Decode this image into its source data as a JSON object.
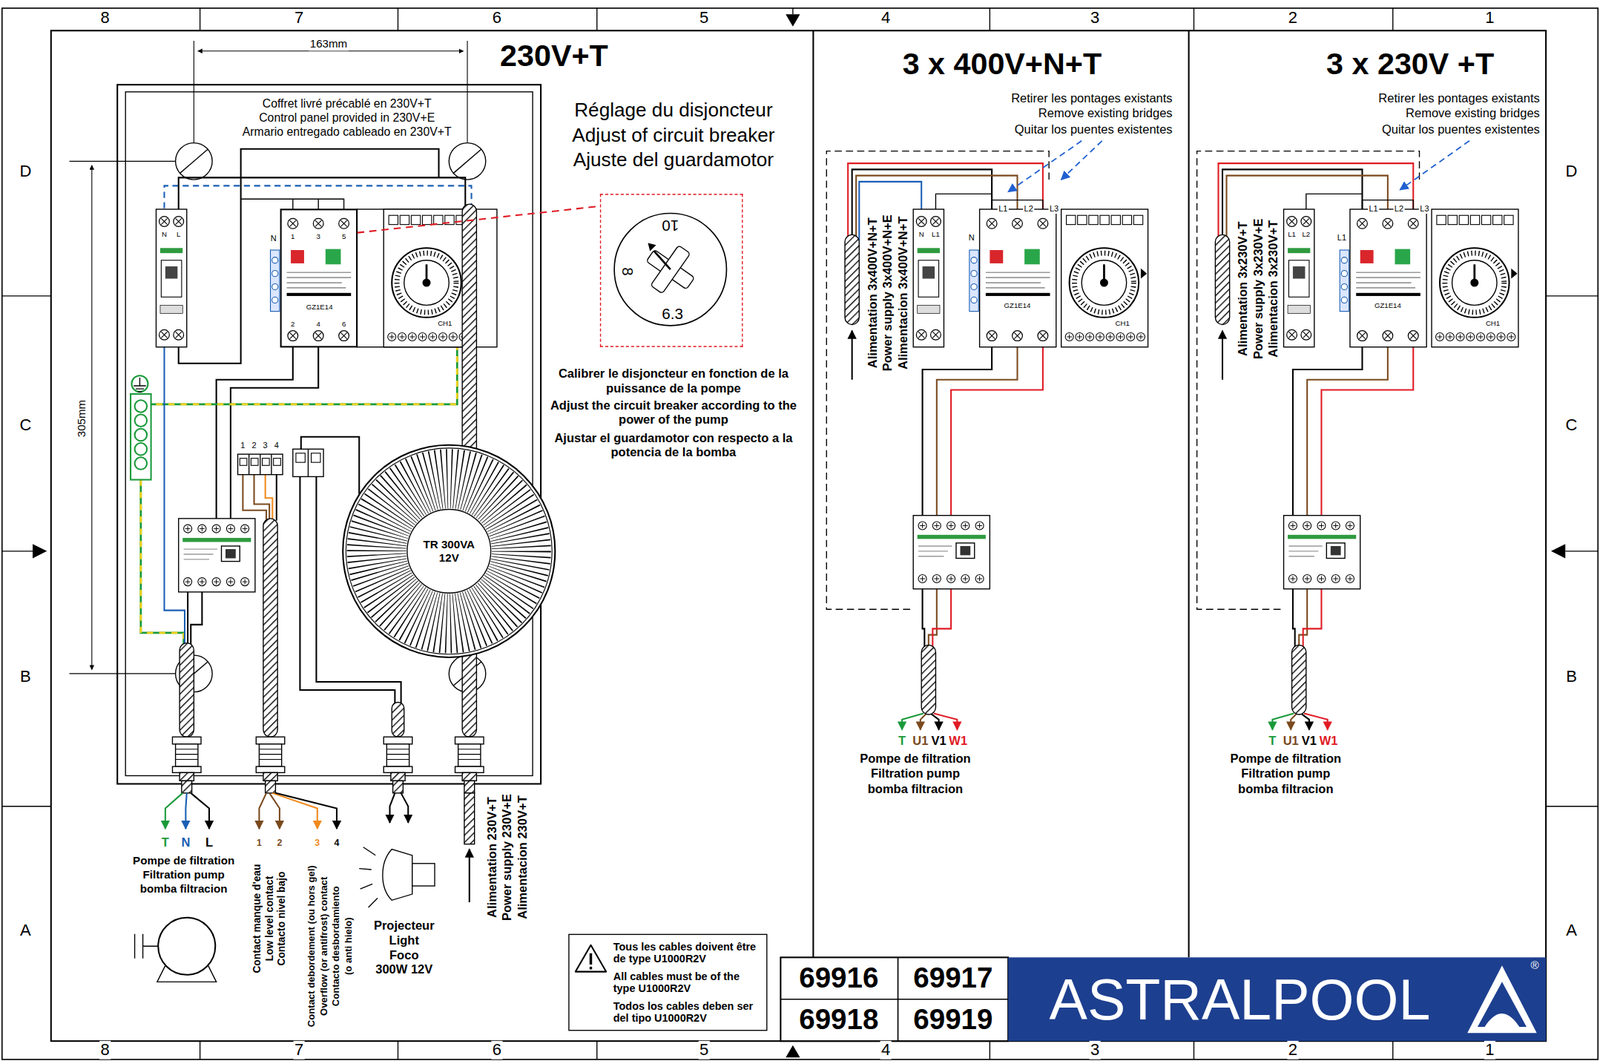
{
  "diagram": {
    "nodes": [
      {
        "text": [
          "230V+T"
        ]
      },
      {
        "text": [
          "3 x 400V+N+T"
        ]
      },
      {
        "text": [
          "3 x 230V +T"
        ]
      },
      {
        "text": [
          "GZ1E14"
        ],
        "in": 0
      },
      {
        "text": [
          "10",
          "8",
          "6.3"
        ],
        "in": 0
      },
      {
        "text": [
          "TR 300VA 12V"
        ],
        "in": 0
      },
      {
        "text": [
          "Tous les cables doivent être de type U1000R2V",
          "All cables must be of the type U1000R2V",
          "Todos los cables deben ser del tipo U1000R2V"
        ],
        "in": 0
      }
    ],
    "edges": [
      {
        "from": 3,
        "to": 4,
        "arrow": "none"
      }
    ],
    "labels": [
      "8",
      "7",
      "6",
      "5",
      "4",
      "3",
      "2",
      "1",
      "D",
      "C",
      "B",
      "A",
      "D",
      "C",
      "B",
      "A",
      "8",
      "7",
      "6",
      "5",
      "4",
      "3",
      "2",
      "1",
      "163mm",
      "305mm",
      "Coffret livré précablé en 230V+T",
      "Control panel provided in 230V+E",
      "Armario entregado cableado en 230V+T",
      "N",
      "L",
      "N",
      "1",
      "3",
      "5",
      "2",
      "4",
      "6",
      "CH1",
      "Réglage du disjoncteur",
      "Adjust of circuit breaker",
      "Ajuste del guardamotor",
      "Calibrer le disjoncteur en fonction de la puissance de la pompe",
      "Adjust the circuit breaker according to the power of the pump",
      "Ajustar el guardamotor con respecto a la potencia de la bomba",
      "1",
      "2",
      "3",
      "4",
      "T",
      "N",
      "L",
      "Pompe de filtration",
      "Filtration pump",
      "bomba filtracion",
      "1",
      "2",
      "3",
      "4",
      "Contact manque d'eau",
      "Low level contact",
      "Contacto nivel bajo",
      "Contact debordement (ou hors gel)",
      "Overflow (or antifrost) contact",
      "Contacto desbordamiento",
      "(o anti hielo)",
      "Projecteur",
      "Light",
      "Foco",
      "300W 12V",
      "Alimentation 230V+T",
      "Power supply 230V+E",
      "Alimentacion 230V+T",
      "Retirer les pontages existants",
      "Remove existing bridges",
      "Quitar los puentes existentes",
      "L1",
      "L2",
      "L3",
      "N",
      "L1",
      "N",
      "GZ1E14",
      "CH1",
      "Alimentation 3x400V+N+T",
      "Power supply 3x400V+N+E",
      "Alimentacion 3x400V+N+T",
      "T",
      "U1",
      "V1",
      "W1",
      "Pompe de filtration",
      "Filtration pump",
      "bomba filtracion",
      "Retirer les pontages existants",
      "Remove existing bridges",
      "Quitar los puentes existentes",
      "L1",
      "L2",
      "L3",
      "L1",
      "L2",
      "L1",
      "GZ1E14",
      "CH1",
      "Alimentation 3x230V+T",
      "Power supply 3x230V+E",
      "Alimentacion 3x230V+T",
      "T",
      "U1",
      "V1",
      "W1",
      "Pompe de filtration",
      "Filtration pump",
      "bomba filtracion",
      "69916",
      "69917",
      "69918",
      "69919",
      "ASTRALPOOL",
      "®"
    ]
  }
}
